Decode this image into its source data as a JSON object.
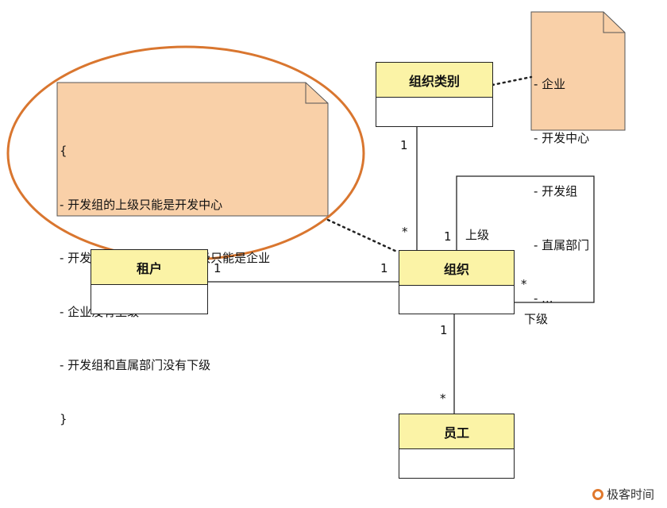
{
  "classes": {
    "org_type": "组织类别",
    "tenant": "租户",
    "org": "组织",
    "employee": "员工"
  },
  "notes": {
    "constraints": [
      "{",
      "- 开发组的上级只能是开发中心",
      "- 开发中心和直属部门的上级只能是企业",
      "- 企业没有上级",
      "- 开发组和直属部门没有下级",
      "}"
    ],
    "types": [
      "- 企业",
      "- 开发中心",
      "- 开发组",
      "- 直属部门",
      "- ..."
    ]
  },
  "multiplicities": {
    "orgtype_end": "1",
    "org_from_type": "*",
    "org_self_parent": "1",
    "parent_label": "上级",
    "tenant_end": "1",
    "org_from_tenant": "1",
    "org_self_child": "*",
    "child_label": "下级",
    "org_to_emp": "1",
    "emp_end": "*"
  },
  "colors": {
    "class_header": "#fbf3a6",
    "note_fill": "#f9d0a8",
    "highlight_ellipse": "#d9762f"
  },
  "watermark": "极客时间"
}
